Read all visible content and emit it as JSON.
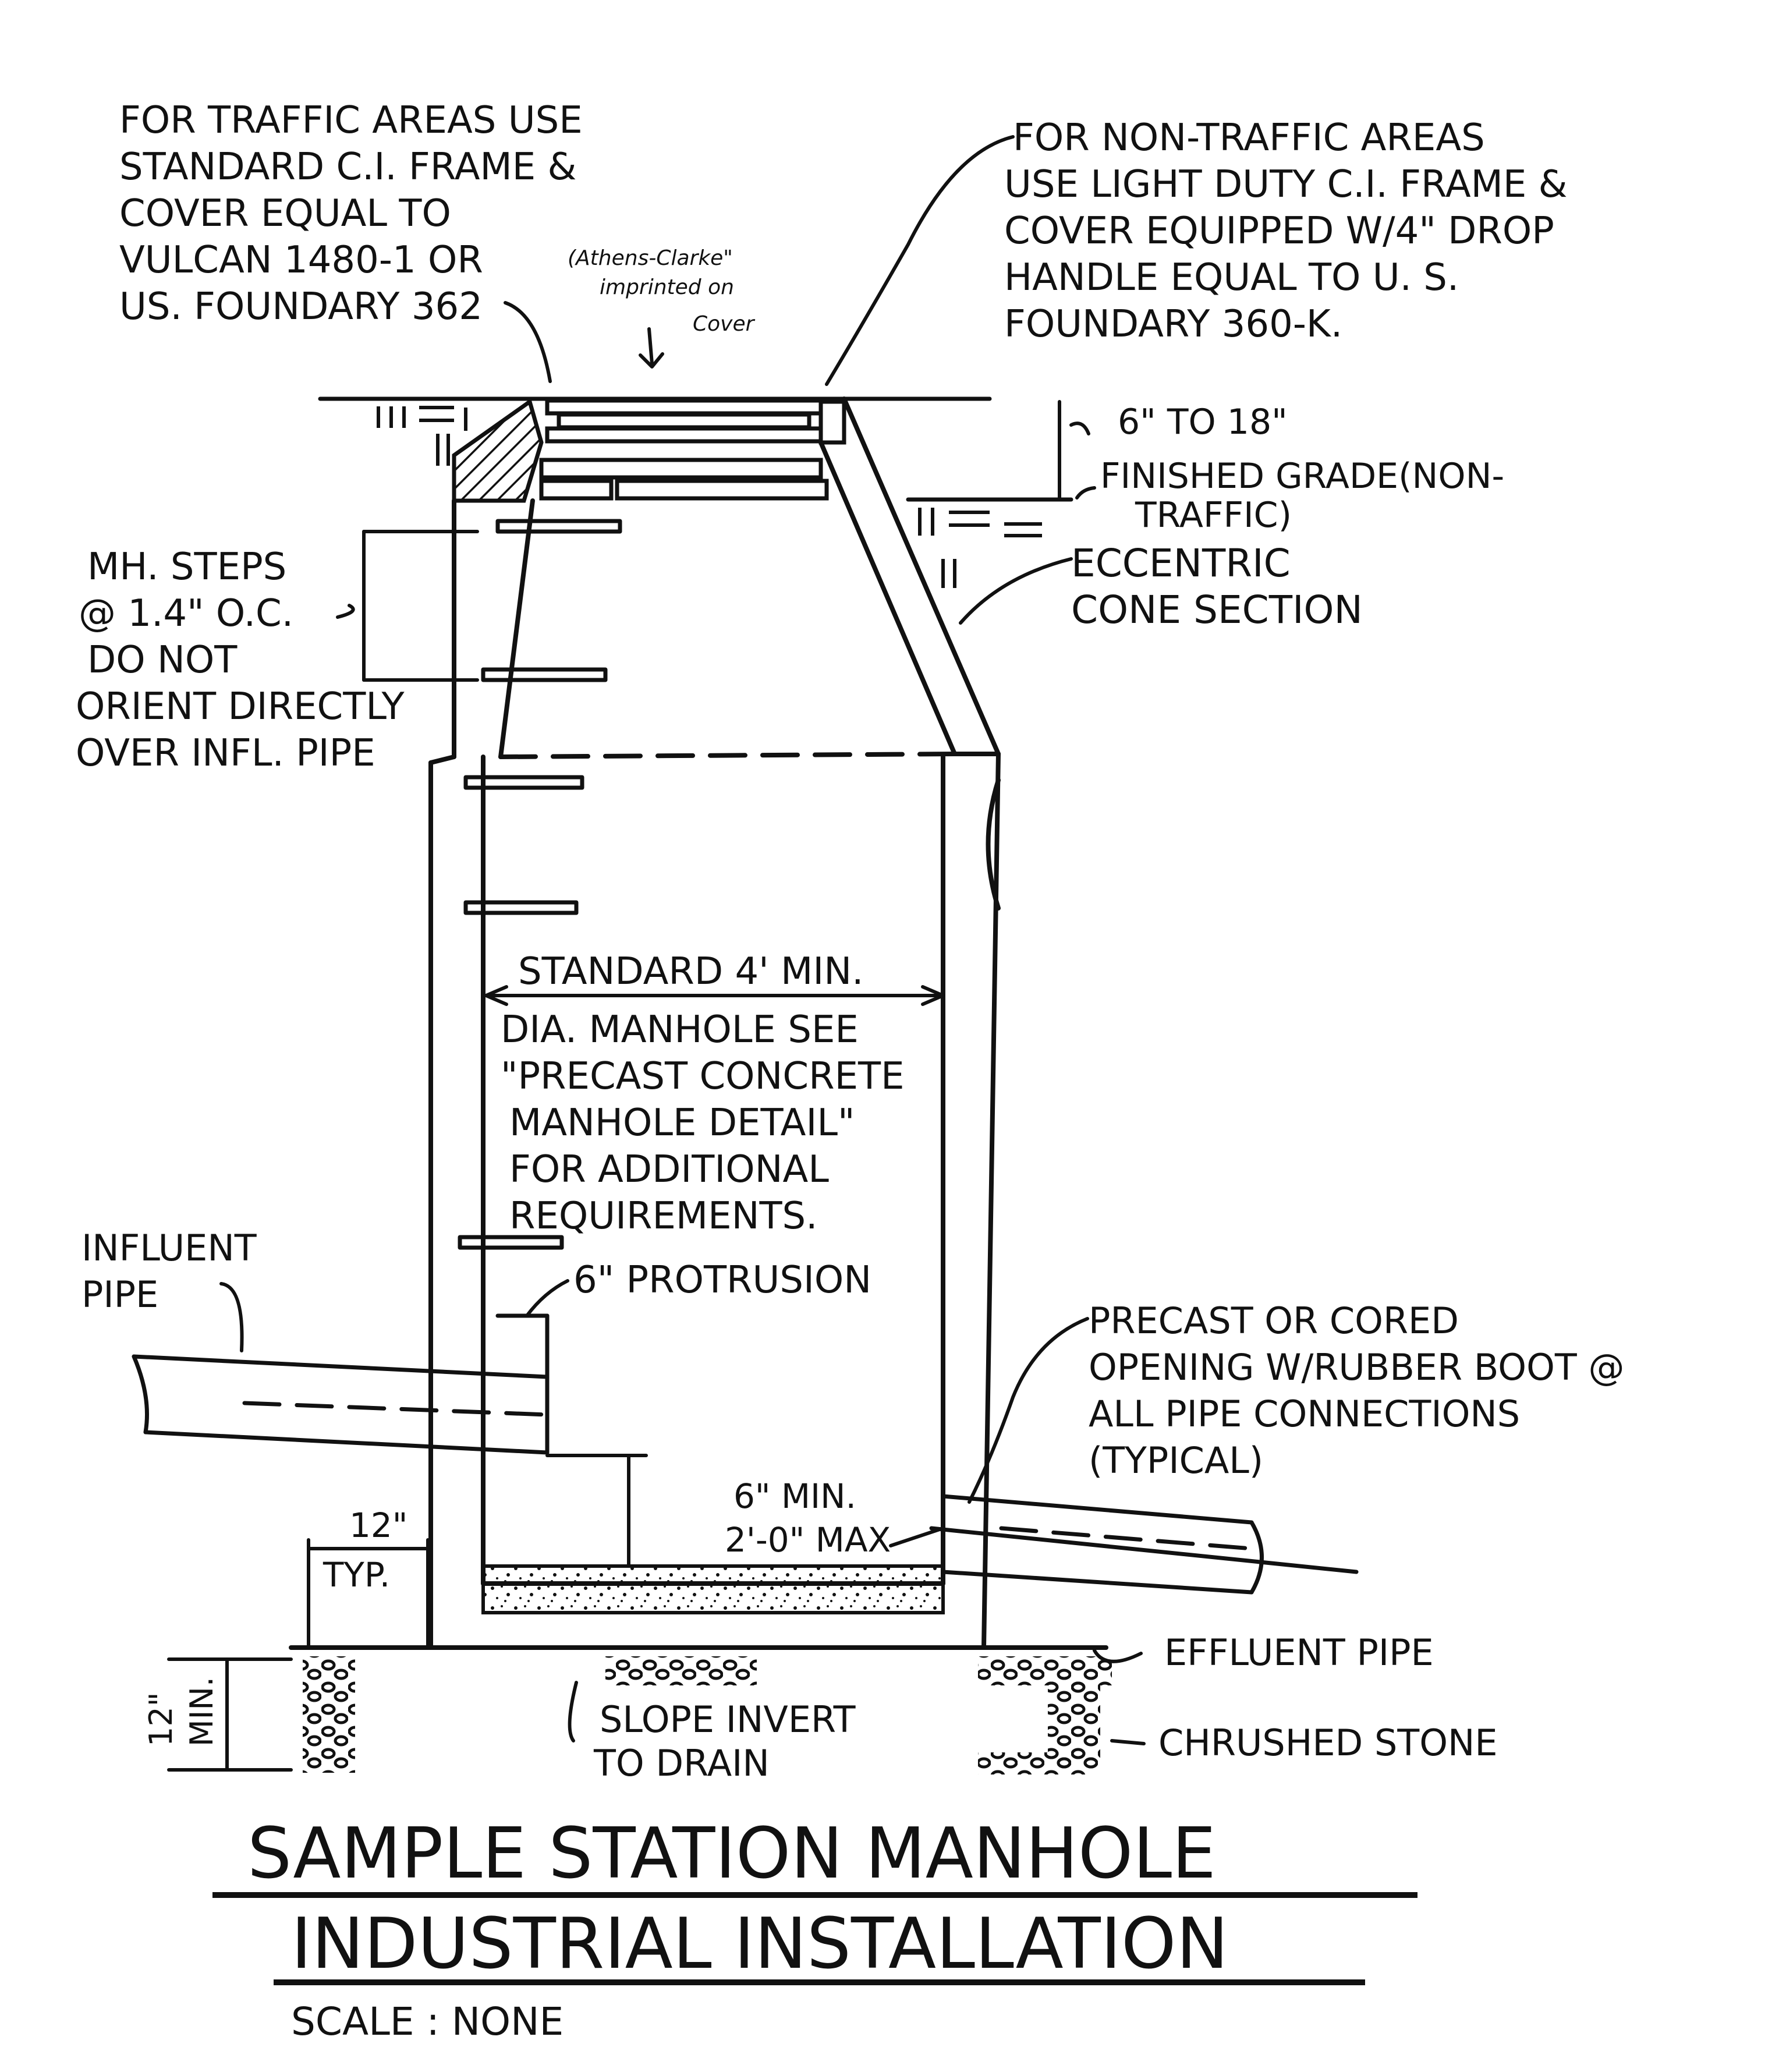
{
  "notes": {
    "traffic": [
      "FOR TRAFFIC AREAS USE",
      "STANDARD C.I. FRAME &",
      "COVER EQUAL TO",
      "VULCAN 1480-1 OR",
      "US. FOUNDARY 362"
    ],
    "cover_imprint": [
      "(Athens-Clarke\"",
      "imprinted on",
      "Cover"
    ],
    "non_traffic": [
      "FOR NON-TRAFFIC AREAS",
      "USE LIGHT DUTY C.I. FRAME &",
      "COVER EQUIPPED W/4\" DROP",
      "HANDLE EQUAL TO U. S.",
      "FOUNDARY 360-K."
    ],
    "grade_height": "6\" TO 18\"",
    "finished_grade": [
      "FINISHED GRADE(NON-",
      "TRAFFIC)"
    ],
    "steps": [
      "MH. STEPS",
      "@ 1.4\" O.C.",
      "DO NOT",
      "ORIENT DIRECTLY",
      "OVER INFL. PIPE"
    ],
    "eccentric_cone": [
      "ECCENTRIC",
      "CONE SECTION"
    ],
    "standard_dia": "STANDARD 4' MIN.",
    "manhole_detail": [
      "DIA. MANHOLE SEE",
      "\"PRECAST CONCRETE",
      "MANHOLE DETAIL\"",
      "FOR ADDITIONAL",
      "REQUIREMENTS."
    ],
    "influent": [
      "INFLUENT",
      "PIPE"
    ],
    "protrusion": "6\" PROTRUSION",
    "precast_opening": [
      "PRECAST OR CORED",
      "OPENING W/RUBBER BOOT @",
      "ALL PIPE CONNECTIONS",
      "(TYPICAL)"
    ],
    "invert_drop": [
      "6\" MIN.",
      "2'-0\" MAX"
    ],
    "base_offset": [
      "12\"",
      "TYP."
    ],
    "base_depth": [
      "12\"",
      "MIN."
    ],
    "effluent": "EFFLUENT PIPE",
    "slope_invert": [
      "SLOPE INVERT",
      "TO DRAIN"
    ],
    "crushed_stone": "CHRUSHED STONE"
  },
  "title": {
    "line1": "SAMPLE STATION MANHOLE",
    "line2": "INDUSTRIAL INSTALLATION",
    "scale": "SCALE : NONE"
  }
}
